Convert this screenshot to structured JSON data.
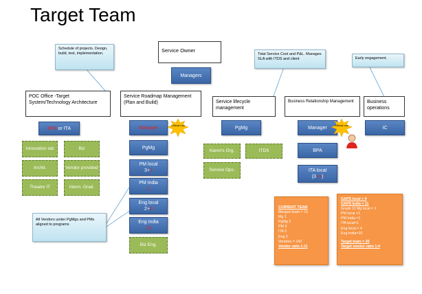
{
  "title": "Target Team",
  "service_owner": {
    "label": "Service Owner",
    "managers": "Managers"
  },
  "columns": {
    "poc": {
      "header": "POC Office -Target System/Technology Architecture",
      "bpa": "BPA",
      "or_ita": " or ITA",
      "green": [
        "Innovation lab",
        "Biz",
        "Archit.",
        "Vendor provided",
        "Theatre IT",
        "Intern. Grad."
      ]
    },
    "roadmap": {
      "header": "Service Roadmap Management (Plan and Build)",
      "manager": "Manager",
      "pgmg": "PgMg",
      "pm_local": "PM local",
      "pm_local_num": "3+",
      "pm_local_red": "1",
      "pm_india": "PM India",
      "pm_india_red": "1",
      "eng_local": "Eng local",
      "eng_local_num": "2+",
      "eng_local_red": "6",
      "eng_india": "Eng India",
      "eng_india_red": "10",
      "biz_eng": "Biz Eng."
    },
    "lifecycle": {
      "header": "Service lifecycle management",
      "pgmg": "PgMg",
      "green": [
        "Karen's Org.",
        "ITDS",
        "Service Ops."
      ]
    },
    "brm": {
      "header": "Business Relationship Management",
      "manager": "Manager",
      "bpa": "BPA",
      "ita_local": "ITA local",
      "ita_num_open": "(3",
      "ita_red": "+1",
      "ita_close": ")"
    },
    "bizops": {
      "header": "Business operations",
      "ic": "IC"
    }
  },
  "critical_role": "Critical role",
  "callouts": {
    "schedule": "Schedule of projects. Design, build, test, implementation.",
    "total_cost": "Total Service Cost and P&L. Manages SLA with ITDS and client",
    "early": "Early engagement.",
    "vendors": "All Vendors under PgMgs and PMs aligned to programs"
  },
  "current_team": {
    "heading": "CURRENT TEAM",
    "lines": [
      "Merged team = 15",
      "Mg 1",
      "PgMg 2",
      "PM 3",
      "ITA 3",
      "Eng 2",
      "Vendors = 142"
    ],
    "ratio": "Vendor ratio 1:11"
  },
  "gaps": {
    "lines_bold": [
      "GAPS local = 9",
      "GAPS India = 11"
    ],
    "lines": [
      "Grads 11 Mg local = 1",
      "PM local =1",
      "PM India =1",
      "ITA local=1",
      "Eng local = 4",
      "Eng India=10"
    ],
    "target": "Target team = 35",
    "target_ratio": "Target vendor ratio 1:4"
  },
  "colors": {
    "blue": "#4f81bd",
    "manager_red": "#e0241f",
    "green": "#9bbb59",
    "orange": "#f79646",
    "callout": "#d6eef7"
  }
}
